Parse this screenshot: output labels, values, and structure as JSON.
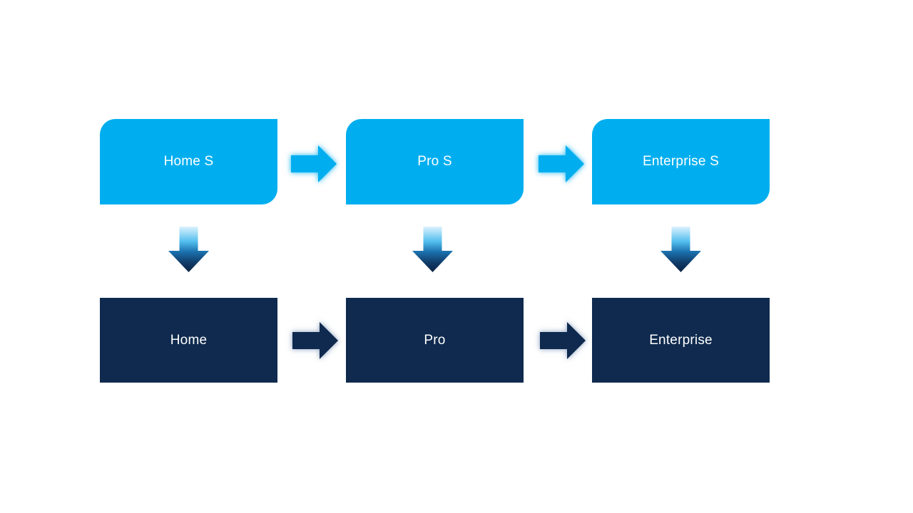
{
  "colors": {
    "background": "#ffffff",
    "accent_light": "#00aeef",
    "accent_dark": "#0f2a4e",
    "box_text": "#ffffff",
    "glow_light": "#00aeef80",
    "glow_dark": "#7e96b880",
    "down_grad_0": "#dcf2fd",
    "down_grad_1": "#52beee",
    "down_grad_2": "#1a6fac",
    "down_grad_3": "#103a66",
    "down_grad_4": "#0d2443"
  },
  "diagram": {
    "top_row": [
      {
        "label": "Home S"
      },
      {
        "label": "Pro S"
      },
      {
        "label": "Enterprise S"
      }
    ],
    "bottom_row": [
      {
        "label": "Home"
      },
      {
        "label": "Pro"
      },
      {
        "label": "Enterprise"
      }
    ],
    "icons": [
      "right-arrow-icon",
      "down-arrow-icon"
    ]
  }
}
